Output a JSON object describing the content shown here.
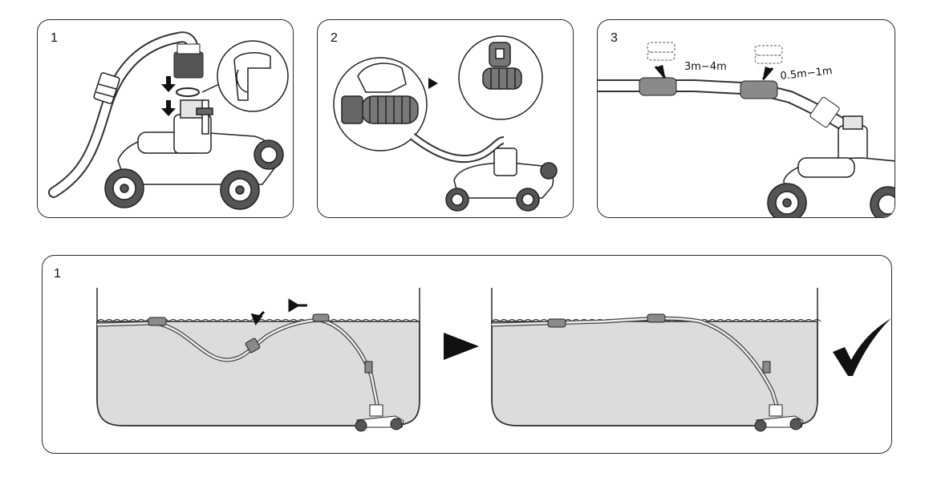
{
  "steps": {
    "step1": {
      "number": "1"
    },
    "step2": {
      "number": "2"
    },
    "step3": {
      "number": "3",
      "distance_a": "3m−4m",
      "distance_b": "0.5m−1m"
    }
  },
  "pool_step": {
    "number": "1"
  },
  "icons": {
    "next": "play-arrow-icon",
    "ok": "checkmark-icon"
  },
  "colors": {
    "water": "#dcdcdc",
    "float": "#8a8a8a",
    "outline": "#2a2a2a"
  }
}
